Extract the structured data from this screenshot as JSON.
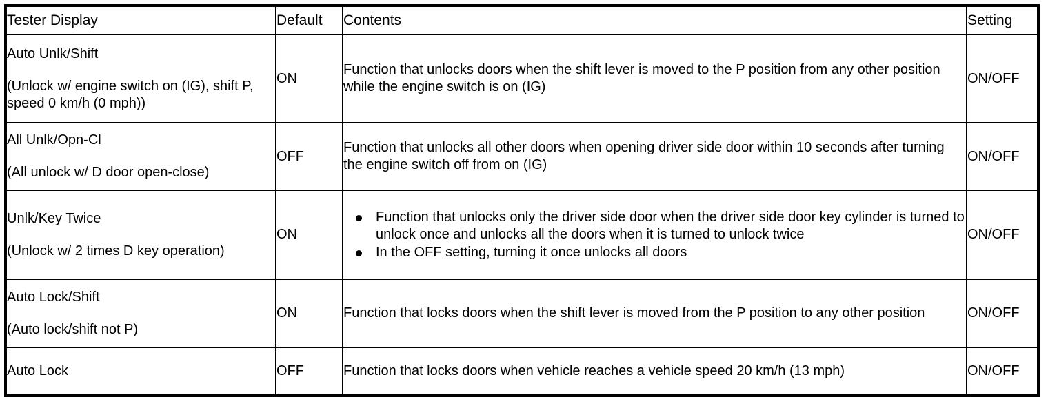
{
  "table": {
    "columns": [
      {
        "key": "tester_display",
        "label": "Tester Display"
      },
      {
        "key": "default",
        "label": "Default"
      },
      {
        "key": "contents",
        "label": "Contents"
      },
      {
        "key": "setting",
        "label": "Setting"
      }
    ],
    "rows": [
      {
        "tester_display_name": "Auto Unlk/Shift",
        "tester_display_sub": "(Unlock w/ engine switch on (IG), shift P, speed 0 km/h (0 mph))",
        "default": "ON",
        "contents": "Function that unlocks doors when the shift lever is moved to the P position from any other position while the engine switch is on (IG)",
        "setting": "ON/OFF"
      },
      {
        "tester_display_name": "All Unlk/Opn-Cl",
        "tester_display_sub": "(All unlock w/ D door open-close)",
        "default": "OFF",
        "contents": "Function that unlocks all other doors when opening driver side door within 10 seconds after turning the engine switch off from on (IG)",
        "setting": "ON/OFF"
      },
      {
        "tester_display_name": "Unlk/Key Twice",
        "tester_display_sub": "(Unlock w/ 2 times D key operation)",
        "default": "ON",
        "contents_bullets": [
          "Function that unlocks only the driver side door when the driver side door key cylinder is turned to unlock once and unlocks all the doors when it is turned to unlock twice",
          "In the OFF setting, turning it once unlocks all doors"
        ],
        "setting": "ON/OFF"
      },
      {
        "tester_display_name": "Auto Lock/Shift",
        "tester_display_sub": "(Auto lock/shift not P)",
        "default": "ON",
        "contents": "Function that locks doors when the shift lever is moved from the P position to any other position",
        "setting": "ON/OFF"
      },
      {
        "tester_display_name": "Auto Lock",
        "tester_display_sub": "",
        "default": "OFF",
        "contents": "Function that locks doors when vehicle reaches a vehicle speed 20 km/h (13 mph)",
        "setting": "ON/OFF"
      }
    ]
  },
  "colors": {
    "border": "#000000",
    "text": "#000000",
    "background": "#ffffff"
  }
}
